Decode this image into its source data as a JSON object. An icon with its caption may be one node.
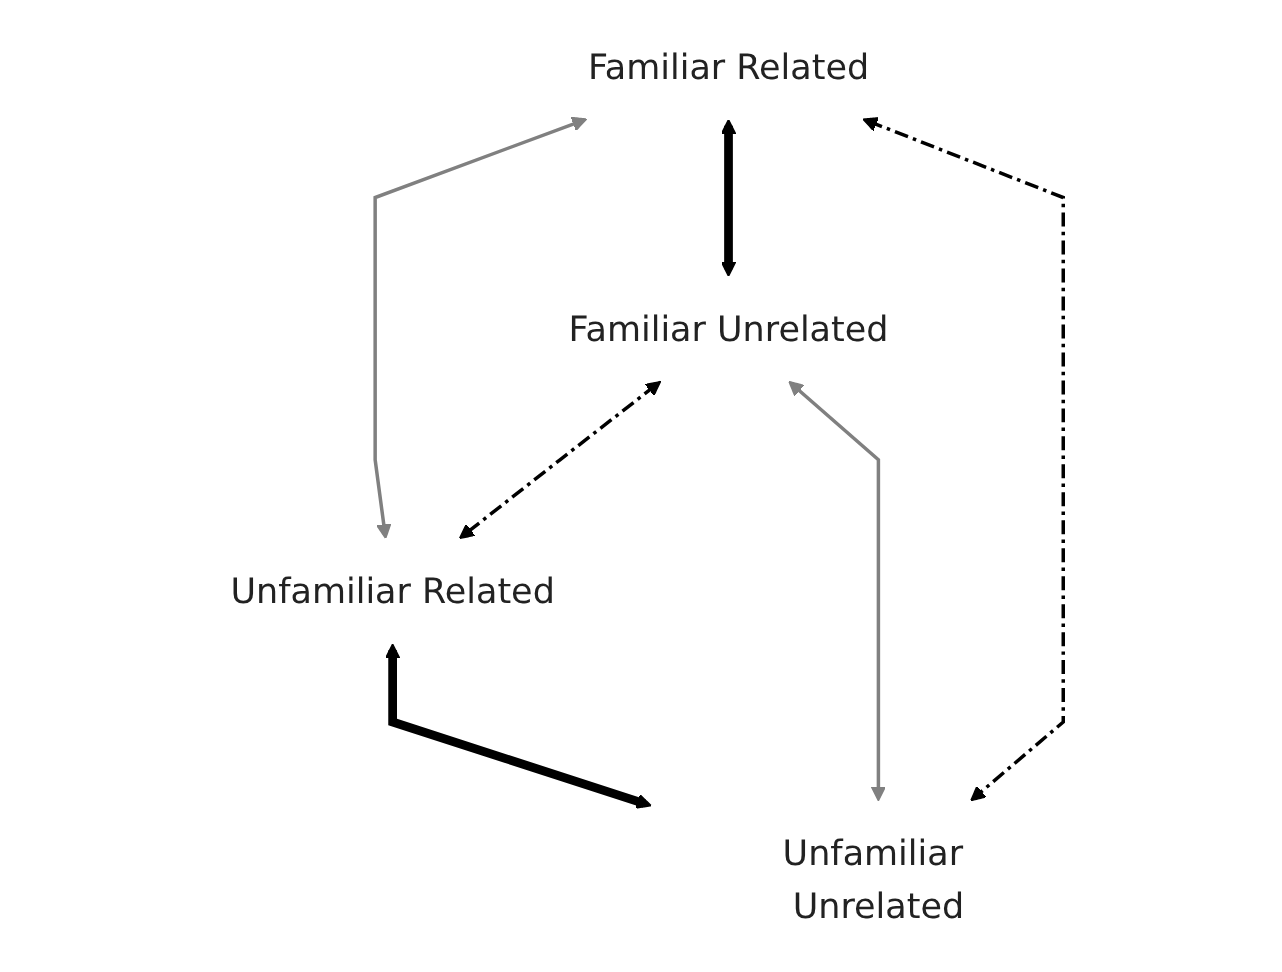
{
  "diagram": {
    "nodes": [
      {
        "text": [
          "Familiar Related"
        ]
      },
      {
        "text": [
          "Unfamiliar Related"
        ]
      },
      {
        "text": [
          "Familiar Unrelated"
        ]
      },
      {
        "text": [
          "Unfamiliar Unrelated"
        ]
      }
    ],
    "edges": [
      {
        "from": 0,
        "to": 1,
        "arrow": "both",
        "color": "#808080"
      },
      {
        "from": 0,
        "to": 2,
        "arrow": "both",
        "style": "thick"
      },
      {
        "from": 1,
        "to": 3,
        "arrow": "both",
        "style": "thick"
      },
      {
        "from": 2,
        "to": 1,
        "arrow": "both",
        "style": "dashed"
      },
      {
        "from": 0,
        "to": 3,
        "arrow": "both",
        "style": "dashed"
      },
      {
        "from": 2,
        "to": 3,
        "arrow": "both",
        "color": "#808080"
      }
    ]
  }
}
